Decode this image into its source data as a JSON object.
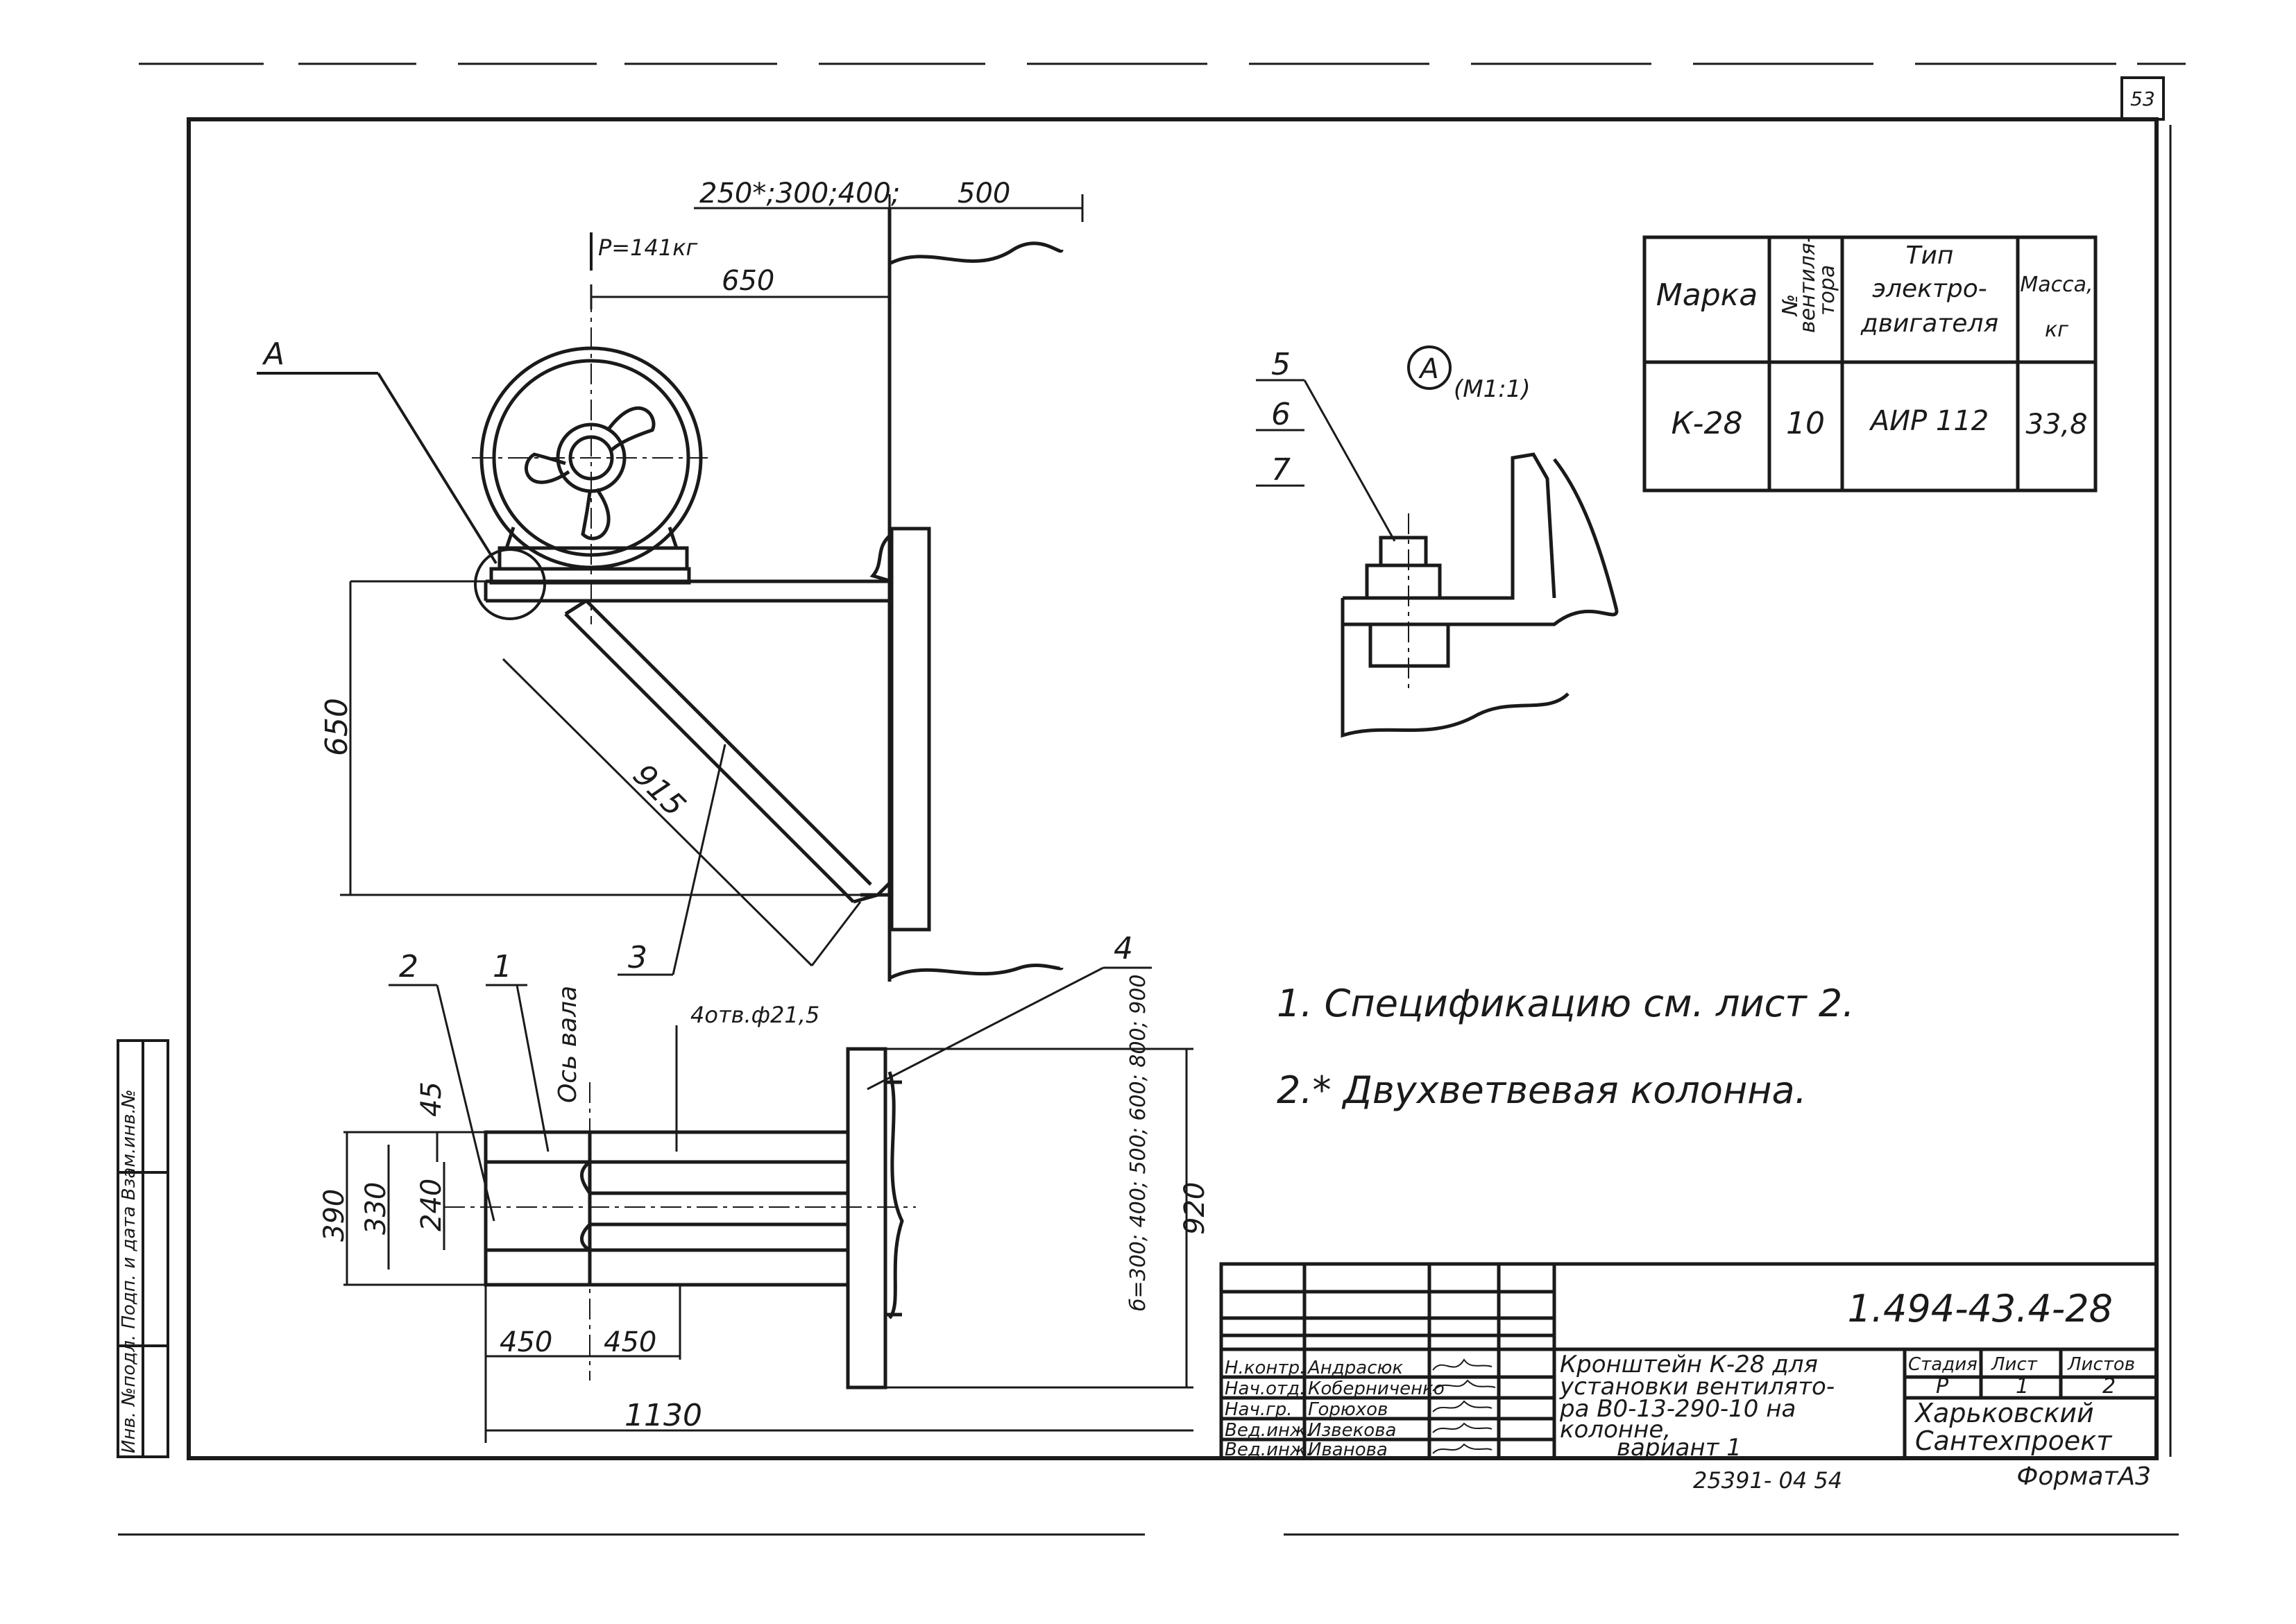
{
  "sheet": {
    "page_number": "53",
    "format": "ФорматА3",
    "side_stamp": "Инв. №подл. Подп. и дата Взам.инв.№",
    "bottom_stamp": "25391- 04  54"
  },
  "dims": {
    "top_offsets": "250*;300;400;",
    "top_500": "500",
    "load": "P=141кг",
    "arm_650": "650",
    "height_650": "650",
    "brace_915": "915",
    "plan_390": "390",
    "plan_330": "330",
    "plan_240": "240",
    "plan_45": "45",
    "plan_450_left": "450",
    "plan_450_right": "450",
    "plan_1130": "1130",
    "plate_920": "920",
    "b_values": "б=300; 400; 500; 600; 800; 900",
    "holes": "4отв.ф21,5",
    "shaft_axis": "Ось вала"
  },
  "callouts": {
    "A": "А",
    "p1": "1",
    "p2": "2",
    "p3": "3",
    "p4": "4",
    "p5": "5",
    "p6": "6",
    "p7": "7",
    "detail_label": "А",
    "detail_scale": "(М1:1)"
  },
  "spec_table": {
    "headers": [
      "Марка",
      "№ вентиля-тора",
      "Тип электро-двигателя",
      "Масса, кг"
    ],
    "header_type_lines": [
      "Тип",
      "электро-",
      "двигателя"
    ],
    "header_mass_lines": [
      "Масса,",
      "кг"
    ],
    "header_vent_lines": [
      "№",
      "вентиля-",
      "тора"
    ],
    "row": [
      "К-28",
      "10",
      "АИР 112",
      "33,8"
    ]
  },
  "notes": {
    "n1": "1. Спецификацию см. лист 2.",
    "n2": "2.* Двухветвевая колонна."
  },
  "title_block": {
    "code": "1.494-43.4-28",
    "title_lines": [
      "Кронштейн К-28 для",
      "установки вентилято-",
      "ра В0-13-290-10 на",
      "колонне,",
      "вариант 1"
    ],
    "roles": [
      "Н.контр.",
      "Нач.отд.",
      "Нач.гр.",
      "Вед.инж.",
      "Вед.инж."
    ],
    "names": [
      "Андрасюк",
      "Коберниченко",
      "Горюхов",
      "Извекова",
      "Иванова"
    ],
    "stage_label": "Стадия",
    "sheet_label": "Лист",
    "sheets_label": "Листов",
    "stage": "Р",
    "sheet": "1",
    "sheets": "2",
    "org_lines": [
      "Харьковский",
      "Сантехпроект"
    ]
  }
}
